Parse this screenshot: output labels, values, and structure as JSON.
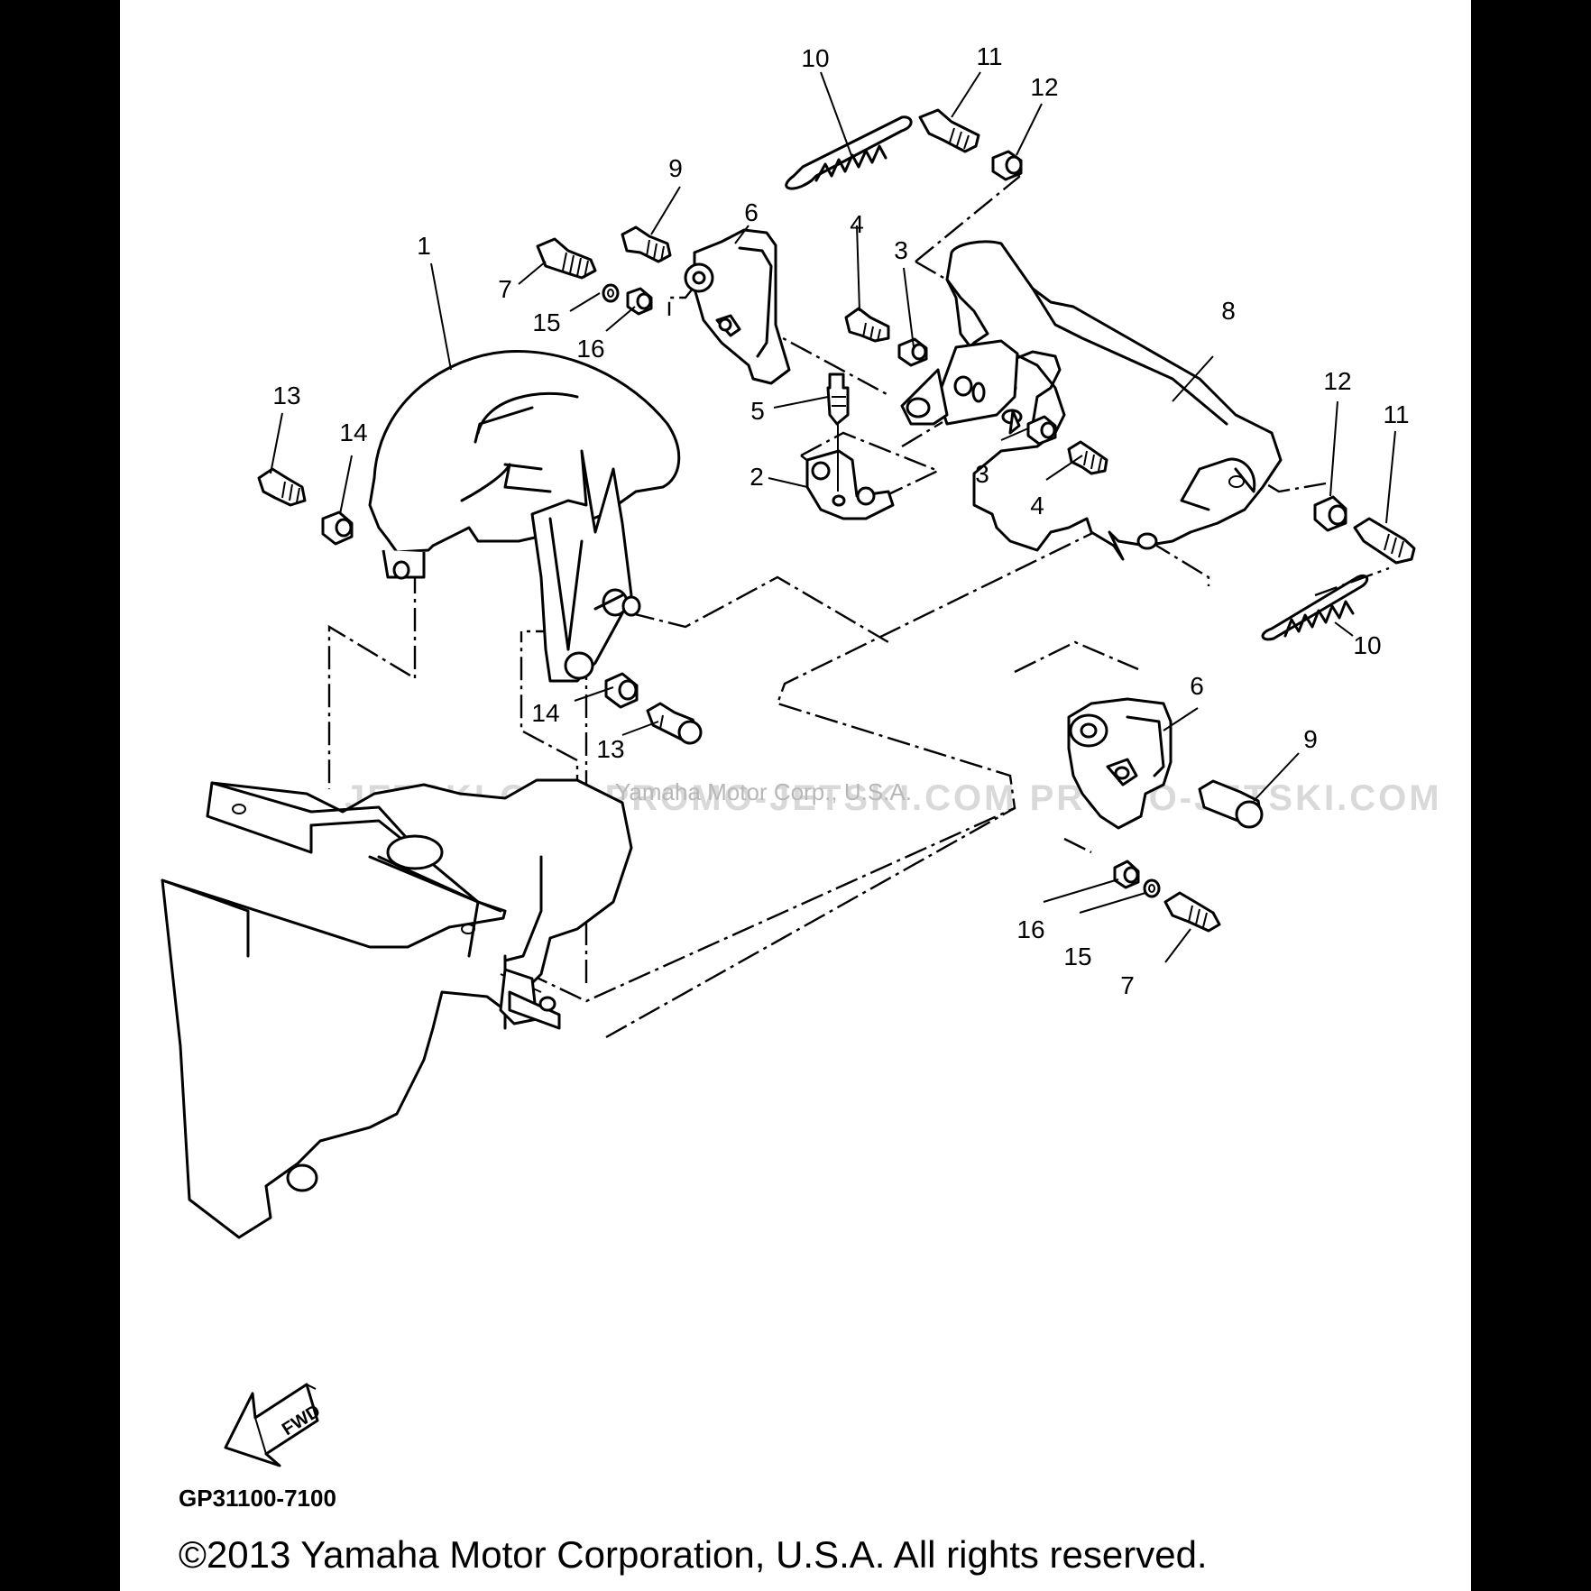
{
  "diagram_code": "GP31100-7100",
  "copyright": "©2013 Yamaha Motor Corporation, U.S.A. All rights reserved.",
  "watermark": {
    "text": "JETSKI.COM   PROMO-JETSKI.COM   PROMO-JETSKI.COM",
    "overlay": "Yamaha Motor Corp., U.S.A."
  },
  "fwd_label": "FWD",
  "callouts": [
    "1",
    "2",
    "3",
    "3",
    "4",
    "4",
    "5",
    "6",
    "6",
    "7",
    "7",
    "8",
    "9",
    "9",
    "10",
    "10",
    "11",
    "11",
    "12",
    "12",
    "13",
    "13",
    "14",
    "14",
    "15",
    "15",
    "16",
    "16"
  ]
}
